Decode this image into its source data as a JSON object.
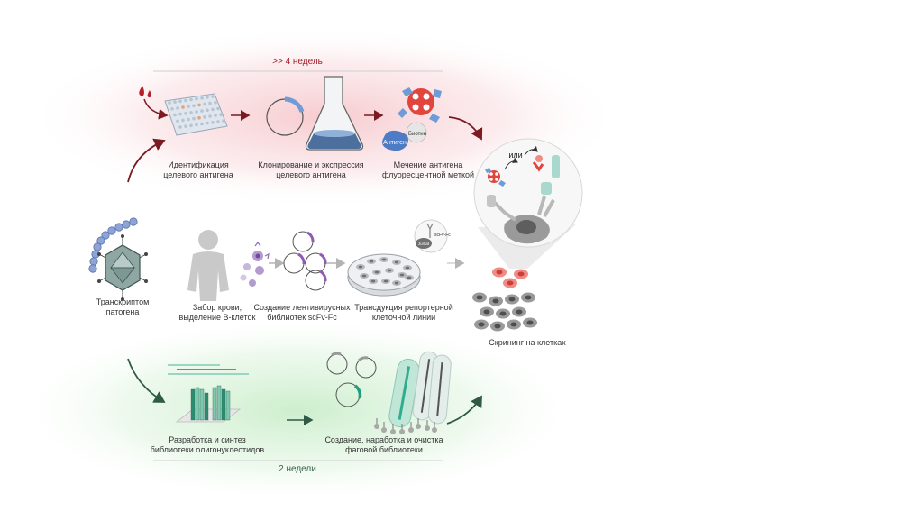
{
  "durations": {
    "top": ">> 4 недель",
    "bottom": "2 недели"
  },
  "labels": {
    "pathogen": [
      "Транскриптом",
      "патогена"
    ],
    "antigen_id": [
      "Идентификация",
      "целевого антигена"
    ],
    "cloning": [
      "Клонирование и экспрессия",
      "целевого антигена"
    ],
    "labeling": [
      "Мечение антигена",
      "флуоресцентной меткой"
    ],
    "blood": [
      "Забор крови,",
      "выделение В-клеток"
    ],
    "lenti": [
      "Создание лентивирусных",
      "библиотек scFv-Fc"
    ],
    "transduction": [
      "Трансдукция репортерной",
      "клеточной линии"
    ],
    "screening": [
      "Скрининг на клетках"
    ],
    "oligo": [
      "Разработка и синтез",
      "библиотеки олигонуклеотидов"
    ],
    "phage": [
      "Создание, наработка и очистка",
      "фаговой библиотеки"
    ]
  },
  "callouts": {
    "antigen": "Антиген",
    "biotin": "Биотин",
    "or": "или",
    "scfv": "scFv-Fc",
    "jurkat": "Jurkat"
  },
  "colors": {
    "top_track": "#7b1a22",
    "middle_track": "#b4b4b4",
    "bottom_track": "#2f5a45",
    "top_glow": "#f6c9cc",
    "bottom_glow": "#c9ecc9",
    "accent_blue": "#5a8fd0",
    "accent_red": "#e0453e",
    "accent_teal": "#2fae8e"
  }
}
